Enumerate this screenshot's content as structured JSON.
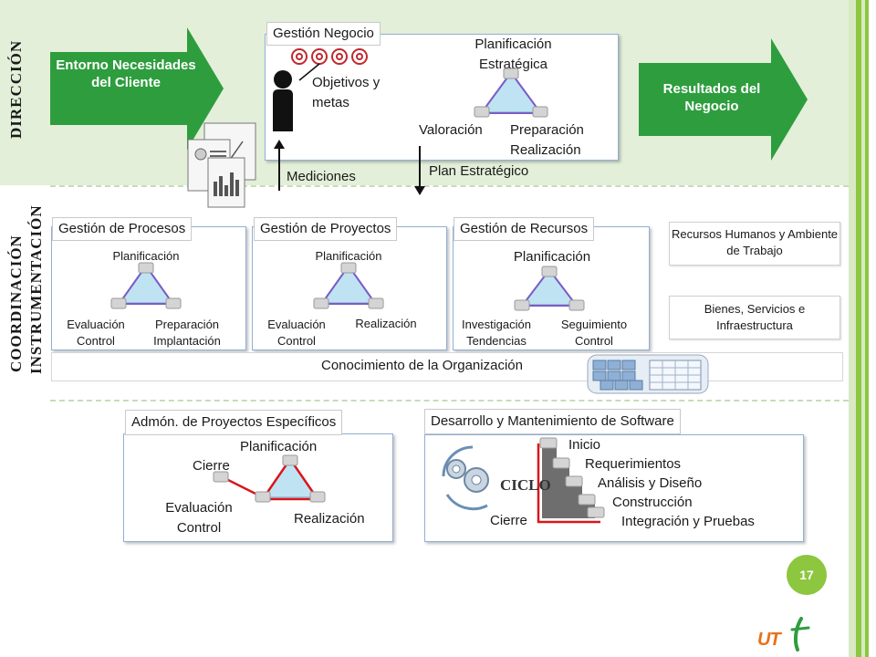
{
  "slide": {
    "labels": {
      "direccion": "DIRECCIÓN",
      "coordinacion": "COORDINACIÓN",
      "instrumentacion": "INSTRUMENTACIÓN"
    },
    "page_number": "17",
    "logo_text": "UT"
  },
  "direccion": {
    "entorno": "Entorno Necesidades del Cliente",
    "resultados": "Resultados del Negocio",
    "gestion_negocio": {
      "title": "Gestión Negocio",
      "objetivos": "Objetivos y metas",
      "planificacion": "Planificación Estratégica",
      "valoracion": "Valoración",
      "preparacion": "Preparación",
      "realizacion": "Realización"
    },
    "mediciones": "Mediciones",
    "plan_estrategico": "Plan Estratégico"
  },
  "coordinacion": {
    "procesos": {
      "title": "Gestión  de Procesos",
      "top": "Planificación",
      "left": "Evaluación Control",
      "right": "Preparación Implantación"
    },
    "proyectos": {
      "title": "Gestión  de Proyectos",
      "top": "Planificación",
      "left": "Evaluación Control",
      "right": "Realización"
    },
    "recursos": {
      "title": "Gestión  de Recursos",
      "top": "Planificación",
      "left": "Investigación Tendencias",
      "right": "Seguimiento Control"
    },
    "recursos_humanos": "Recursos Humanos y Ambiente de Trabajo",
    "bienes": "Bienes, Servicios e Infraestructura",
    "conocimiento": "Conocimiento de la Organización"
  },
  "instrumentacion": {
    "admon": {
      "title": "Admón. de Proyectos Específicos",
      "planificacion": "Planificación",
      "cierre": "Cierre",
      "evaluacion": "Evaluación Control",
      "realizacion": "Realización"
    },
    "software": {
      "title": "Desarrollo y Mantenimiento de Software",
      "ciclo": "CICLO",
      "cierre": "Cierre",
      "steps": [
        "Inicio",
        "Requerimientos",
        "Análisis y Diseño",
        "Construcción",
        "Integración y Pruebas"
      ]
    }
  },
  "colors": {
    "green_arrow": "#2e9d3e",
    "band": "#e3efd9",
    "rail": "#8dc63f",
    "triangle_fill": "#bfe3f2",
    "triangle_arrow": "#7b5cc7",
    "red_arrow": "#d9161c",
    "staircase": "#6e6e6e"
  }
}
